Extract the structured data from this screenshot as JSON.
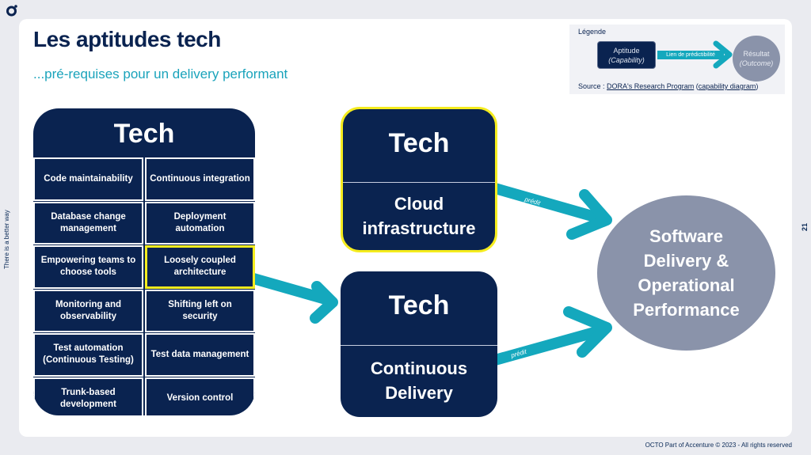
{
  "branding": {
    "logo_icon": "octo-logo-icon",
    "side_tagline": "There is a better way",
    "page_number": "21",
    "footer": "OCTO Part of Accenture © 2023 - All rights reserved"
  },
  "header": {
    "title": "Les aptitudes tech",
    "subtitle": "...pré-requises pour un delivery performant"
  },
  "legend": {
    "title": "Légende",
    "aptitude_label": "Aptitude",
    "aptitude_sub": "(Capability)",
    "link_label": "Lien de prédictibilité",
    "result_label": "Résultat",
    "result_sub": "(Outcome)",
    "source_prefix": "Source : ",
    "source_link": "DORA's Research Program",
    "source_paren_open": " (",
    "source_link2": "capability diagram",
    "source_paren_close": ")"
  },
  "tech_block": {
    "title": "Tech",
    "capabilities": [
      {
        "label": "Code maintainability",
        "highlighted": false
      },
      {
        "label": "Continuous integration",
        "highlighted": false
      },
      {
        "label": "Database change management",
        "highlighted": false
      },
      {
        "label": "Deployment automation",
        "highlighted": false
      },
      {
        "label": "Empowering teams to choose tools",
        "highlighted": false
      },
      {
        "label": "Loosely coupled architecture",
        "highlighted": true
      },
      {
        "label": "Monitoring and observability",
        "highlighted": false
      },
      {
        "label": "Shifting left on security",
        "highlighted": false
      },
      {
        "label": "Test automation (Continuous Testing)",
        "highlighted": false
      },
      {
        "label": "Test data management",
        "highlighted": false
      },
      {
        "label": "Trunk-based development",
        "highlighted": false
      },
      {
        "label": "Version control",
        "highlighted": false
      }
    ]
  },
  "cloud_box": {
    "title": "Tech",
    "label_line1": "Cloud",
    "label_line2": "infrastructure",
    "highlighted": true
  },
  "cd_box": {
    "title": "Tech",
    "label_line1": "Continuous",
    "label_line2": "Delivery",
    "highlighted": false
  },
  "outcome": {
    "line1": "Software",
    "line2": "Delivery &",
    "line3": "Operational",
    "line4": "Performance"
  },
  "arrows": {
    "label": "prédit"
  },
  "colors": {
    "navy": "#0a2350",
    "teal": "#14a8bd",
    "highlight_yellow": "#f5ec1e",
    "outcome_gray": "#8a93aa"
  }
}
